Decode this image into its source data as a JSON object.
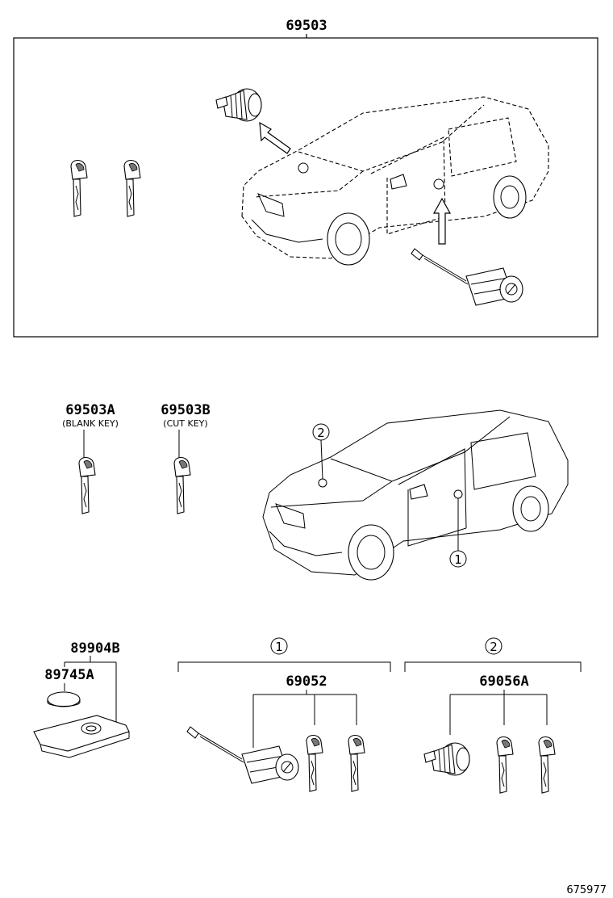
{
  "parts": {
    "p69503": "69503",
    "p69503A": "69503A",
    "p69503A_note": "(BLANK KEY)",
    "p69503B": "69503B",
    "p69503B_note": "(CUT KEY)",
    "p89904B": "89904B",
    "p89745A": "89745A",
    "p69052": "69052",
    "p69056A": "69056A"
  },
  "callouts": {
    "c1": "1",
    "c2": "2"
  },
  "figure_number": "675977"
}
